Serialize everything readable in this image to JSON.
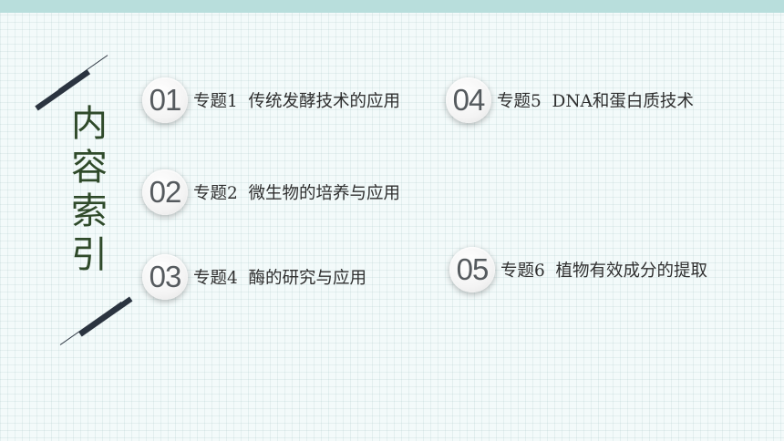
{
  "side_title": "内容索引",
  "items": [
    {
      "num": "01",
      "label": "专题1  传统发酵技术的应用"
    },
    {
      "num": "02",
      "label": "专题2  微生物的培养与应用"
    },
    {
      "num": "03",
      "label": "专题4  酶的研究与应用"
    },
    {
      "num": "04",
      "label": "专题5  DNA和蛋白质技术"
    },
    {
      "num": "05",
      "label": "专题6  植物有效成分的提取"
    }
  ]
}
